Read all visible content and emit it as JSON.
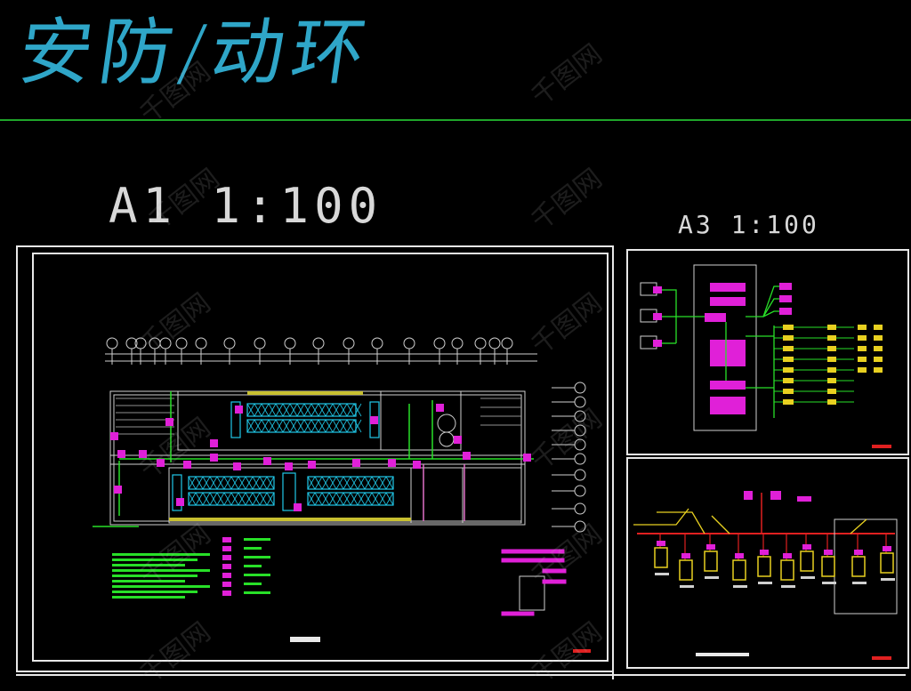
{
  "heading": {
    "title": "安防/动环"
  },
  "scales": {
    "a1": "A1 1:100",
    "a3": "A3 1:100"
  },
  "watermark": "千图网",
  "colors": {
    "title": "#2fa6c8",
    "separator": "#1fa62a",
    "magenta": "#e020d8",
    "green": "#28e028",
    "yellow": "#e8d020",
    "cyan": "#20c8e8",
    "red": "#e02020",
    "white": "#e8e8e8"
  }
}
